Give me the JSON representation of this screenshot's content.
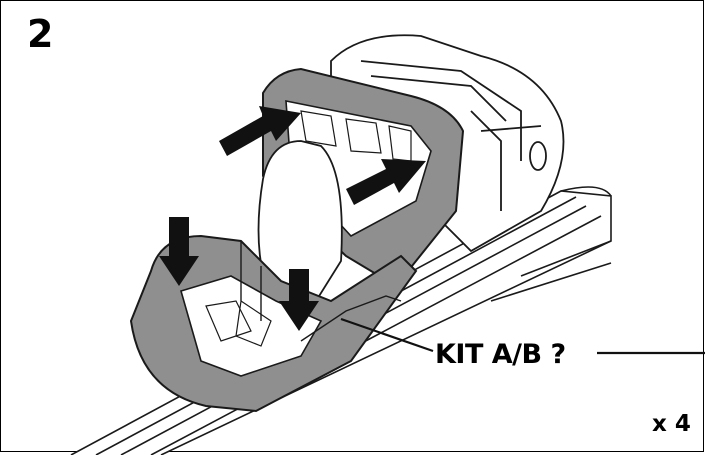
{
  "step": {
    "number": "2"
  },
  "callout": {
    "label": "KIT A/B ?"
  },
  "quantity": {
    "label": "x 4"
  },
  "colors": {
    "housing": "#8f8f8f",
    "line": "#1a1a1a",
    "arrow": "#111111",
    "background": "#ffffff"
  },
  "icons": {
    "push_arrow": "arrow-down-icon",
    "slide_arrow": "arrow-diagonal-icon"
  }
}
